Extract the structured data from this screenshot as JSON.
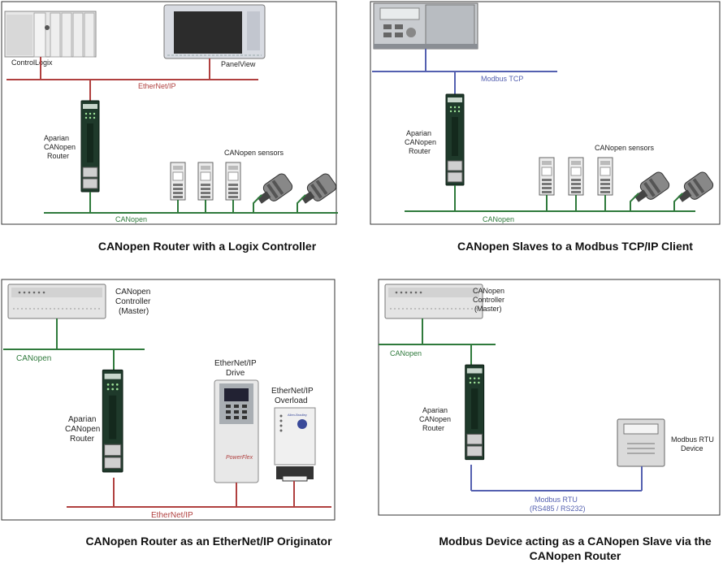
{
  "colors": {
    "ethernet": "#b0403f",
    "canopen": "#2f7a3c",
    "modbus": "#5460b0",
    "device_fill": "#e6e6e6",
    "router_fill": "#1f3a2b"
  },
  "panels": [
    {
      "caption": "CANopen Router with a Logix Controller",
      "labels": {
        "controllogix": "ControlLogix",
        "panelview": "PanelView",
        "network_top": "EtherNet/IP",
        "router_line1": "Aparian",
        "router_line2": "CANopen",
        "router_line3": "Router",
        "sensors": "CANopen sensors",
        "network_bottom": "CANopen"
      }
    },
    {
      "caption": "CANopen Slaves to a Modbus TCP/IP Client",
      "labels": {
        "network_top": "Modbus TCP",
        "router_line1": "Aparian",
        "router_line2": "CANopen",
        "router_line3": "Router",
        "sensors": "CANopen sensors",
        "network_bottom": "CANopen"
      }
    },
    {
      "caption": "CANopen Router as an EtherNet/IP Originator",
      "labels": {
        "controller_line1": "CANopen",
        "controller_line2": "Controller",
        "controller_line3": "(Master)",
        "network_top": "CANopen",
        "router_line1": "Aparian",
        "router_line2": "CANopen",
        "router_line3": "Router",
        "drive_line1": "EtherNet/IP",
        "drive_line2": "Drive",
        "overload_line1": "EtherNet/IP",
        "overload_line2": "Overload",
        "drive_brand": "PowerFlex",
        "overload_brand": "Allen-Bradley",
        "network_bottom": "EtherNet/IP"
      }
    },
    {
      "caption_line1": "Modbus Device acting as a CANopen Slave via the",
      "caption_line2": "CANopen Router",
      "labels": {
        "controller_line1": "CANopen",
        "controller_line2": "Controller",
        "controller_line3": "(Master)",
        "network_top": "CANopen",
        "router_line1": "Aparian",
        "router_line2": "CANopen",
        "router_line3": "Router",
        "device_line1": "Modbus RTU",
        "device_line2": "Device",
        "network_bottom_line1": "Modbus RTU",
        "network_bottom_line2": "(RS485 / RS232)"
      }
    }
  ]
}
